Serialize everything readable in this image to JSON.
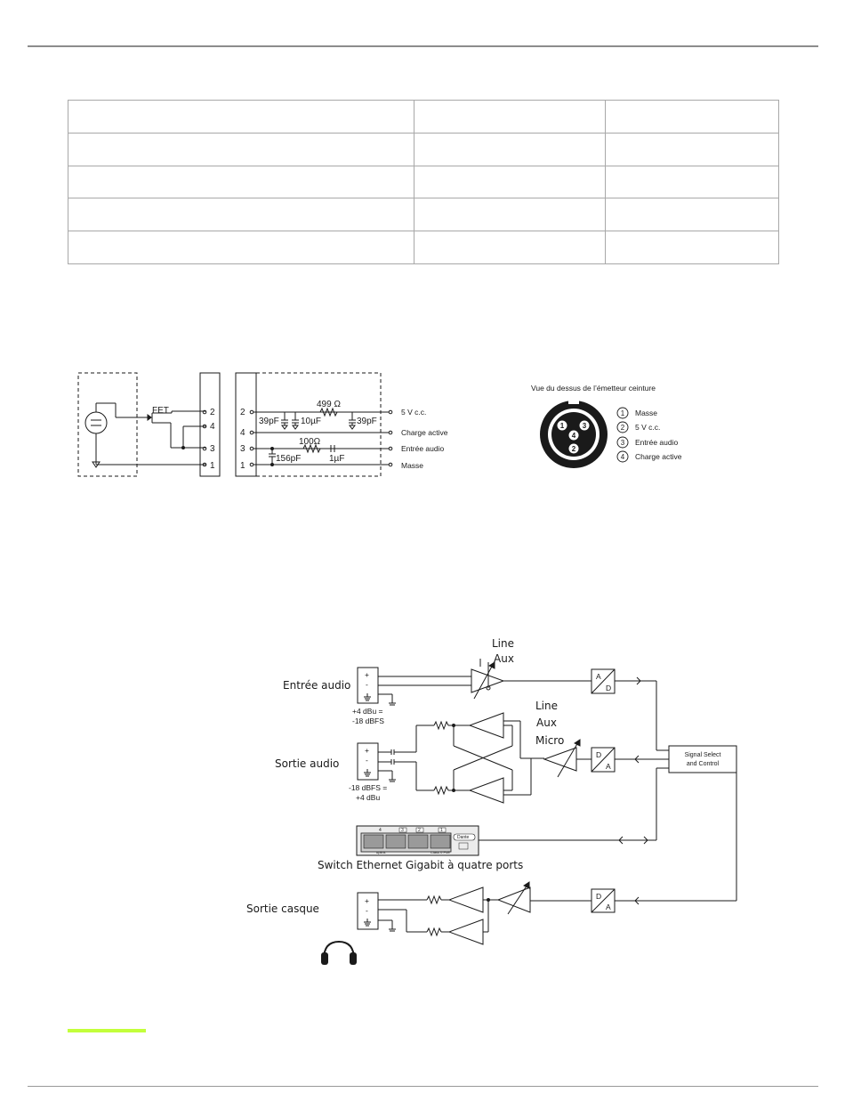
{
  "table": {
    "rows": [
      [
        "",
        "",
        ""
      ],
      [
        "",
        "",
        ""
      ],
      [
        "",
        "",
        ""
      ],
      [
        "",
        "",
        ""
      ],
      [
        "",
        "",
        ""
      ]
    ]
  },
  "schematic": {
    "fet_label": "FET",
    "left_pins": [
      "2",
      "4",
      "3",
      "1"
    ],
    "right_pins": [
      "2",
      "4",
      "3",
      "1"
    ],
    "components": {
      "r_top": "499 Ω",
      "c_a": "39pF",
      "c_b": "10µF",
      "c_c": "39pF",
      "r_mid": "100Ω",
      "c_d": "156pF",
      "c_e": "1µF"
    },
    "signals": [
      "5 V c.c.",
      "Charge active",
      "Entrée audio",
      "Masse"
    ]
  },
  "connector": {
    "title": "Vue du dessus de l’émetteur ceinture",
    "pins": [
      {
        "num": "1",
        "label": "Masse"
      },
      {
        "num": "2",
        "label": "5 V c.c."
      },
      {
        "num": "3",
        "label": "Entrée audio"
      },
      {
        "num": "4",
        "label": "Charge active"
      }
    ]
  },
  "block": {
    "input_label": "Entrée audio",
    "input_level_1": "+4 dBu =",
    "input_level_2": "-18 dBFS",
    "in_amp_opt_1": "Line",
    "in_amp_opt_2": "Aux",
    "adc": [
      "A",
      "D"
    ],
    "out_opt_1": "Line",
    "out_opt_2": "Aux",
    "out_opt_3": "Micro",
    "dac": [
      "D",
      "A"
    ],
    "control_1": "Signal Select",
    "control_2": "and Control",
    "output_label": "Sortie audio",
    "output_level_1": "-18 dBFS =",
    "output_level_2": "+4 dBu",
    "switch_label": "Switch Ethernet Gigabit à quatre ports",
    "switch_ports": [
      "4",
      "3",
      "2",
      "1"
    ],
    "switch_small_left": "uplink",
    "switch_small_right": "Class 0 PoE",
    "dante_logo": "Dante",
    "headphone_label": "Sortie casque",
    "dac2": [
      "D",
      "A"
    ],
    "xlr_pins": [
      "+",
      "-"
    ]
  }
}
